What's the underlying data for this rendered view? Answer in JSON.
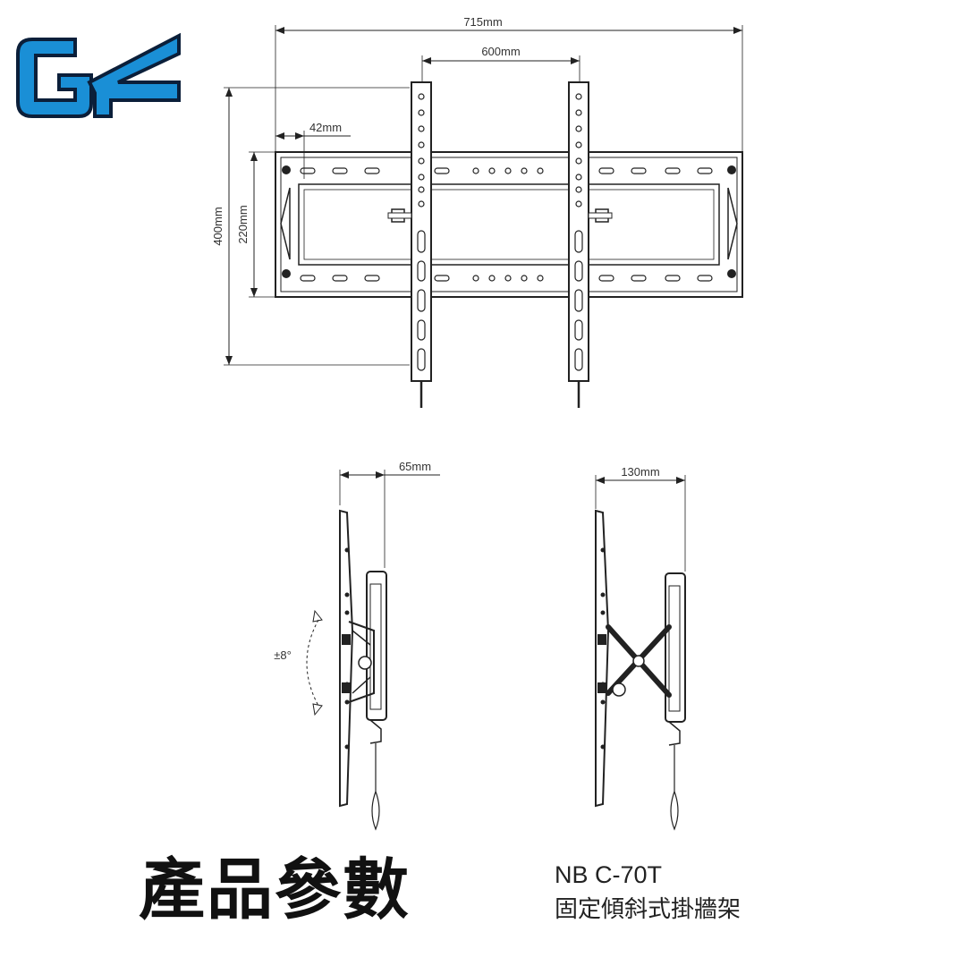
{
  "logo": {
    "text": "GK",
    "primary_color": "#1a8fd6",
    "outline_color": "#0b1f3a"
  },
  "front_view": {
    "dims": {
      "overall_width": "715mm",
      "arm_spacing": "600mm",
      "edge_offset": "42mm",
      "overall_height": "400mm",
      "frame_height": "220mm"
    }
  },
  "side_views": {
    "tilt_label": "±8°",
    "min_depth": "65mm",
    "max_depth": "130mm"
  },
  "footer": {
    "heading": "產品參數",
    "model": "NB C-70T",
    "description": "固定傾斜式掛牆架"
  }
}
